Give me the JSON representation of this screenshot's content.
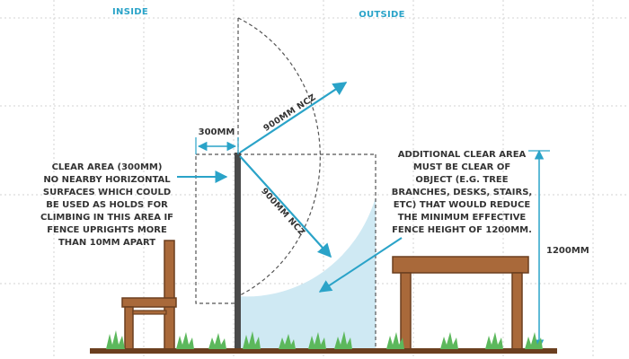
{
  "headers": {
    "inside": "INSIDE",
    "outside": "OUTSIDE"
  },
  "dimensions": {
    "clear_width": "300MM",
    "fence_height": "1200MM"
  },
  "zone_labels": {
    "ncz_upper": "900MM NCZ",
    "ncz_lower": "900MM NCZ"
  },
  "notes": {
    "clear_area": [
      "CLEAR AREA (300MM)",
      "NO NEARBY HORIZONTAL",
      "SURFACES WHICH COULD",
      "BE USED AS HOLDS FOR",
      "CLIMBING IN THIS AREA IF",
      "FENCE UPRIGHTS MORE",
      "THAN 10MM APART"
    ],
    "additional_area": [
      "ADDITIONAL CLEAR AREA",
      "MUST BE CLEAR OF",
      "OBJECT (E.G. TREE",
      "BRANCHES, DESKS, STAIRS,",
      "ETC) THAT WOULD REDUCE",
      "THE MINIMUM EFFECTIVE",
      "FENCE HEIGHT OF 1200MM."
    ]
  },
  "colors": {
    "accent": "#2aa3c8",
    "fence": "#4a4a4a",
    "wood": "#a9693a",
    "wood_dark": "#6b3f1f",
    "grass": "#5cb85c",
    "ground": "#6b3f1f",
    "clear_fill": "#cfe9f3",
    "text": "#333333"
  }
}
